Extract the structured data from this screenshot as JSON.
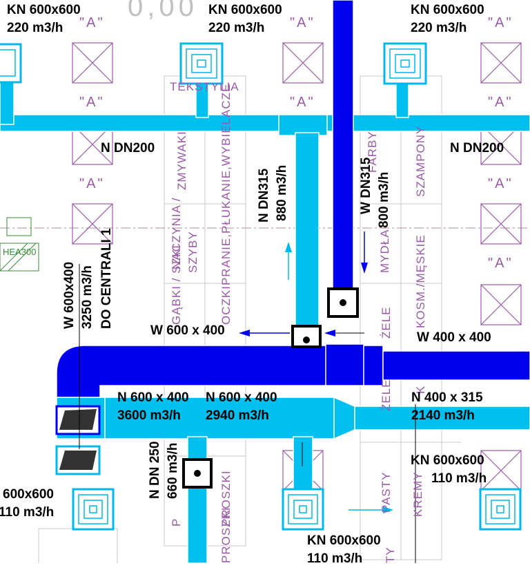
{
  "colors": {
    "exhaust": "#0000ee",
    "supply": "#00c0f0",
    "grid": "#c8c8c8",
    "room_text": "#9a5aa8",
    "text": "#000000"
  },
  "background_text": "0,00",
  "grille_mark": "\"A\"",
  "diffusers": [
    {
      "type": "KN 600x600",
      "flow": "220 m3/h"
    },
    {
      "type": "KN 600x600",
      "flow": "220 m3/h"
    },
    {
      "type": "KN 600x600",
      "flow": "220 m3/h"
    },
    {
      "type": "KN 600x600",
      "flow": "110 m3/h"
    },
    {
      "type": "600x600",
      "flow": "110 m3/h"
    },
    {
      "type": "KN 600x600",
      "flow": "110 m3/h"
    }
  ],
  "ducts": {
    "n_dn200_left": "N DN200",
    "n_dn200_right": "N DN200",
    "n_dn315": {
      "size": "N DN315",
      "flow": "880 m3/h"
    },
    "w_dn315": {
      "size": "W DN315",
      "flow": "800 m3/h"
    },
    "w_600x400_main": {
      "size": "W 600x400",
      "flow": "3250 m3/h",
      "note": "DO CENTRALI 1"
    },
    "w_600x400_mid": "W 600 x 400",
    "w_400x400": "W 400 x 400",
    "n_600x400_a": {
      "size": "N 600 x 400",
      "flow": "3600 m3/h"
    },
    "n_600x400_b": {
      "size": "N 600 x 400",
      "flow": "2940 m3/h"
    },
    "n_400x315": {
      "size": "N 400 x 315",
      "flow": "2140 m3/h"
    },
    "n_dn250": {
      "size": "N DN 250",
      "flow": "660 m3/h"
    }
  },
  "beam": "HEA300",
  "rooms": {
    "tekstylia": "TEKSTYLIA",
    "zmywaki": "ZMYWAKI",
    "naczynia": "NACZYNIA /",
    "szyby": "SZYBY",
    "pranie": "OCZKIPRANIE,PŁUKANIE,WYBIELACZE",
    "gabki": "GĄBKI / SZKI",
    "farby": "FARBY",
    "szampony": "SZAMPONY",
    "mydla": "MYDŁA",
    "kosm": "KOSM./MĘSKIE",
    "zele": "ŻELE",
    "zele2": "ŻELE",
    "kremy_k": "K",
    "pasty": "PASTY",
    "kremy": "KREMY",
    "proszki1": "PROSZKI",
    "proszki2": "PROSZKI",
    "proszki3": "PROSZKI",
    "ty": "TY",
    "p": "P"
  }
}
